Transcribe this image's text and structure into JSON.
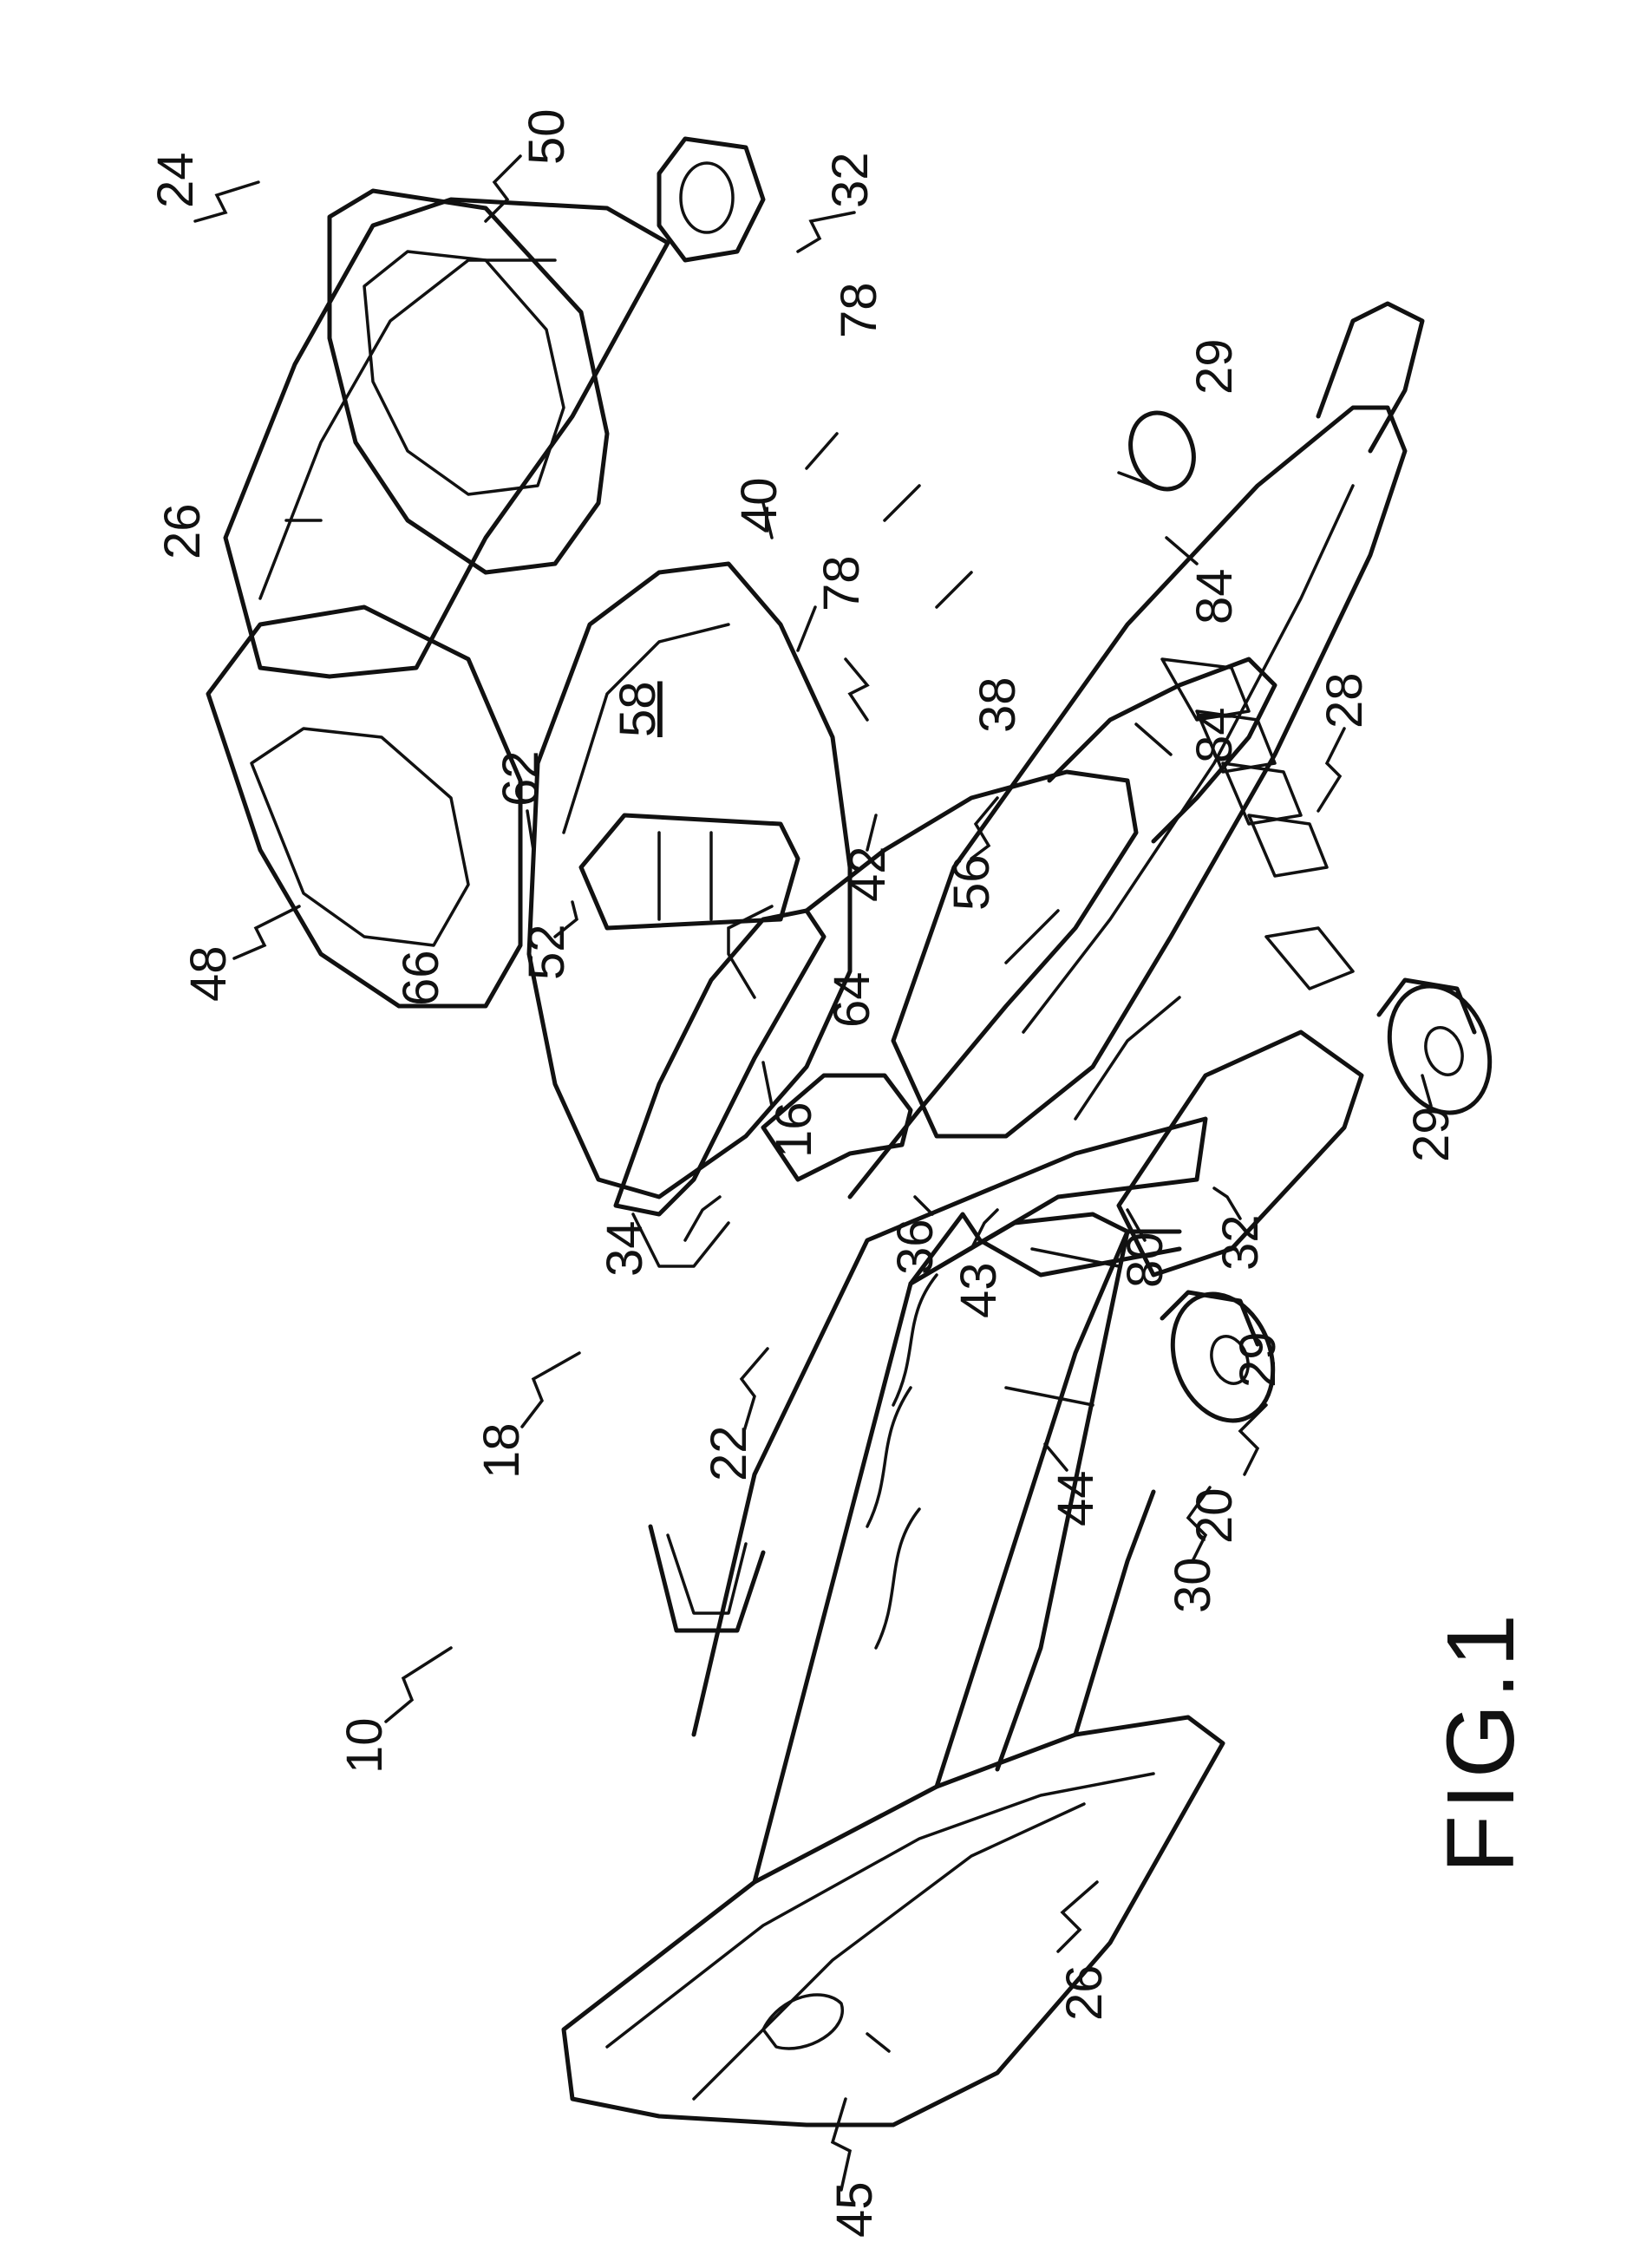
{
  "figure_label": "FIG.1",
  "reference_numerals": [
    {
      "id": "r10",
      "text": "10"
    },
    {
      "id": "r18",
      "text": "18"
    },
    {
      "id": "r22",
      "text": "22"
    },
    {
      "id": "r34",
      "text": "34"
    },
    {
      "id": "r16",
      "text": "16"
    },
    {
      "id": "r64",
      "text": "64"
    },
    {
      "id": "r52",
      "text": "52"
    },
    {
      "id": "r66",
      "text": "66"
    },
    {
      "id": "r48",
      "text": "48"
    },
    {
      "id": "r62",
      "text": "62"
    },
    {
      "id": "r58",
      "text": "58"
    },
    {
      "id": "r26a",
      "text": "26"
    },
    {
      "id": "r24",
      "text": "24"
    },
    {
      "id": "r50",
      "text": "50"
    },
    {
      "id": "r32a",
      "text": "32"
    },
    {
      "id": "r78a",
      "text": "78"
    },
    {
      "id": "r40",
      "text": "40"
    },
    {
      "id": "r78b",
      "text": "78"
    },
    {
      "id": "r29a",
      "text": "29"
    },
    {
      "id": "r84a",
      "text": "84"
    },
    {
      "id": "r84b",
      "text": "84"
    },
    {
      "id": "r38",
      "text": "38"
    },
    {
      "id": "r42",
      "text": "42"
    },
    {
      "id": "r56",
      "text": "56"
    },
    {
      "id": "r28",
      "text": "28"
    },
    {
      "id": "r29b",
      "text": "29"
    },
    {
      "id": "r32b",
      "text": "32"
    },
    {
      "id": "r80",
      "text": "80"
    },
    {
      "id": "r36",
      "text": "36"
    },
    {
      "id": "r43",
      "text": "43"
    },
    {
      "id": "r29c",
      "text": "29"
    },
    {
      "id": "r20",
      "text": "20"
    },
    {
      "id": "r44",
      "text": "44"
    },
    {
      "id": "r30",
      "text": "30"
    },
    {
      "id": "r45",
      "text": "45"
    },
    {
      "id": "r26b",
      "text": "26"
    }
  ]
}
